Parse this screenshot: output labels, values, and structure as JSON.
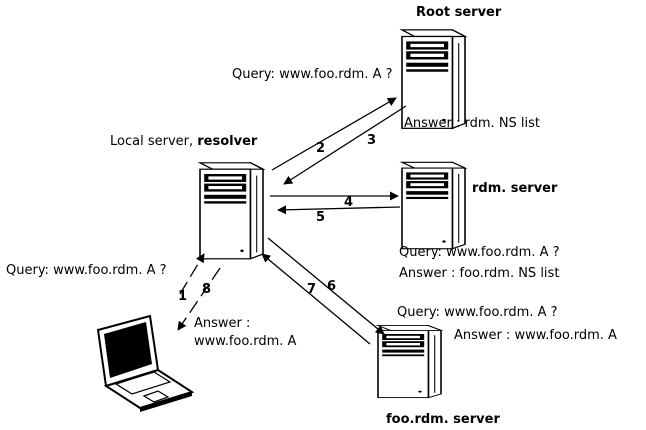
{
  "labels": {
    "root_title": "Root server",
    "root_query": "Query: www.foo.rdm. A ?",
    "root_answer": "Answer : rdm. NS list",
    "local_prefix": "Local server, ",
    "local_bold": "resolver",
    "rdm_title": "rdm. server",
    "rdm_query": "Query: www.foo.rdm. A ?",
    "rdm_answer": "Answer : foo.rdm. NS list",
    "client_query": "Query: www.foo.rdm. A ?",
    "client_answer_line1": "Answer :",
    "client_answer_line2": "www.foo.rdm. A",
    "foo_query": "Query: www.foo.rdm. A ?",
    "foo_answer": "Answer : www.foo.rdm. A",
    "foo_title": "foo.rdm. server"
  },
  "steps": [
    "1",
    "2",
    "3",
    "4",
    "5",
    "6",
    "7",
    "8"
  ],
  "icons": [
    "server-tower-icon",
    "laptop-icon"
  ]
}
